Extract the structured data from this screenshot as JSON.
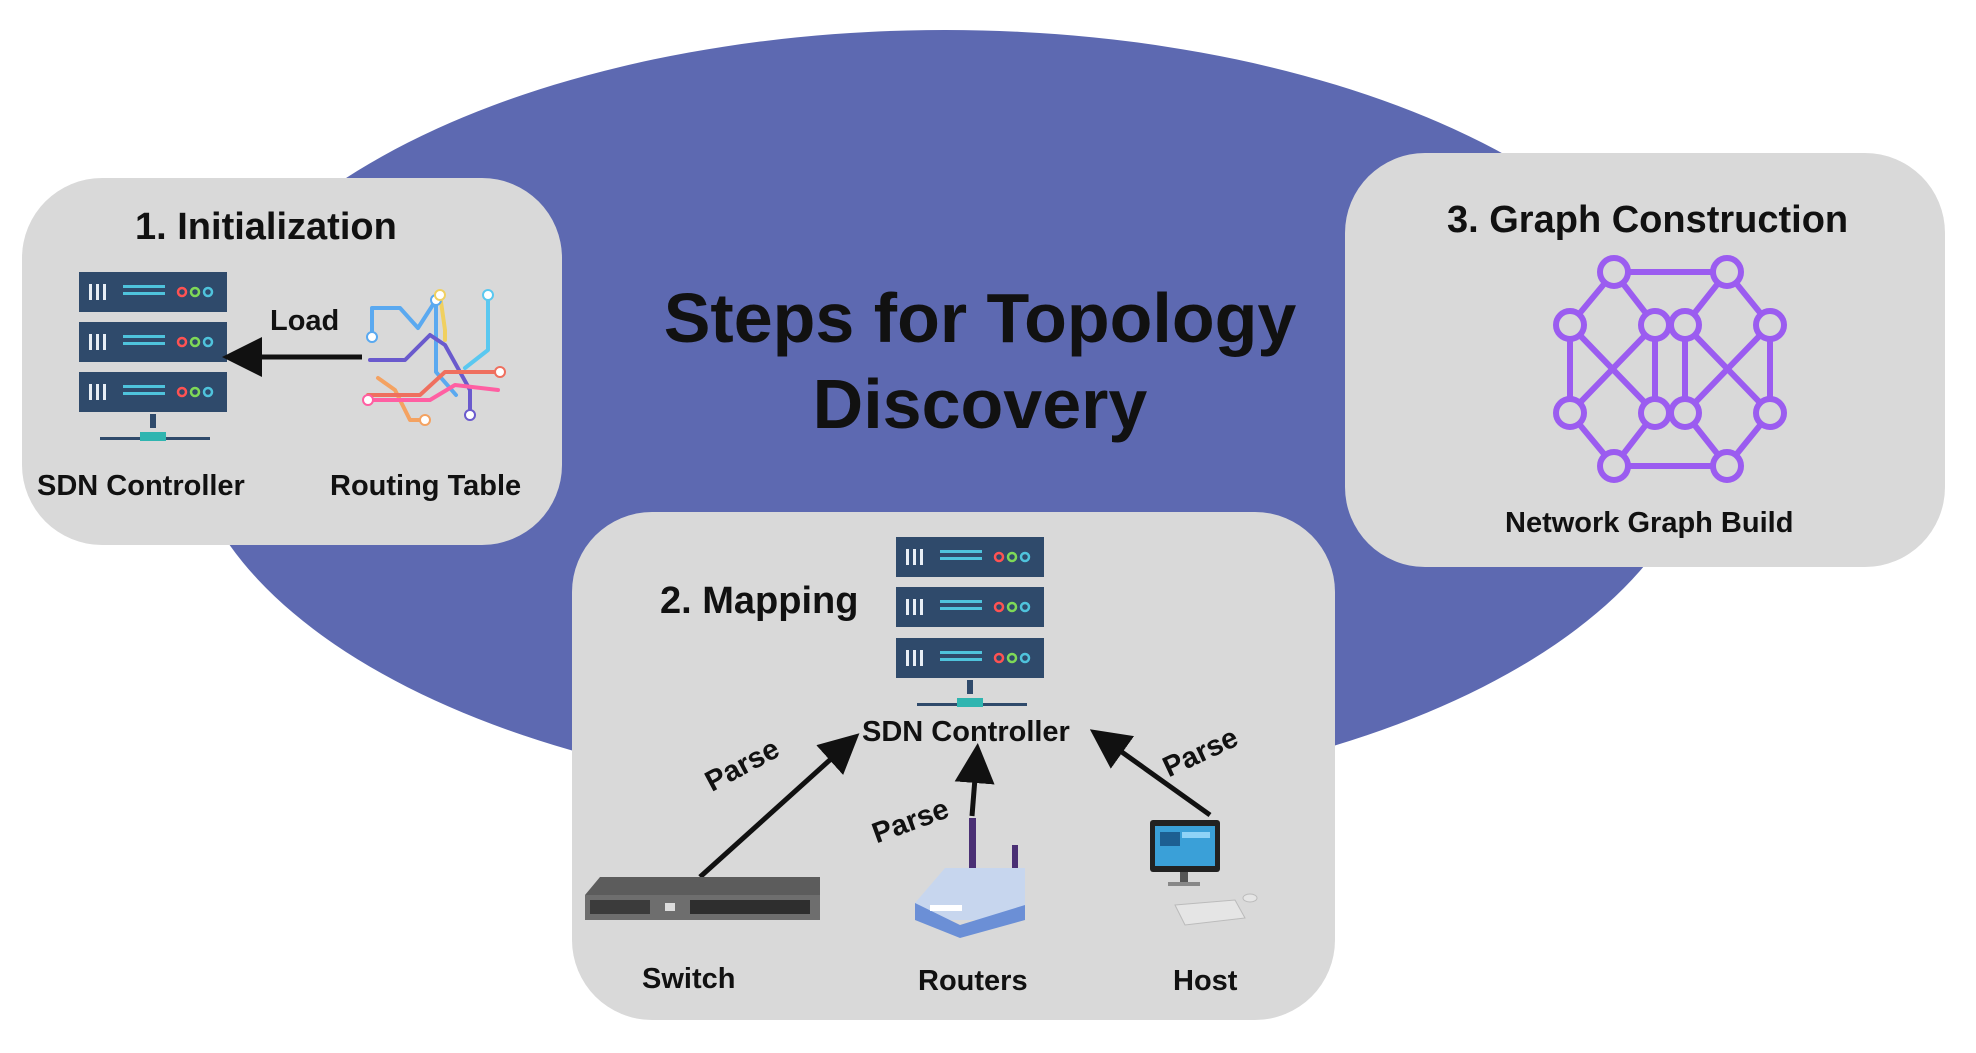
{
  "title": {
    "line1": "Steps for Topology",
    "line2": "Discovery"
  },
  "step1": {
    "heading": "1. Initialization",
    "controller_label": "SDN Controller",
    "table_label": "Routing Table",
    "edge_label": "Load",
    "controller_icon": "server-rack-icon",
    "table_icon": "transit-map-icon"
  },
  "step2": {
    "heading": "2. Mapping",
    "controller_label": "SDN Controller",
    "switch_label": "Switch",
    "routers_label": "Routers",
    "host_label": "Host",
    "edge_switch": "Parse",
    "edge_routers": "Parse",
    "edge_host": "Parse",
    "icons": [
      "server-rack-icon",
      "network-switch-icon",
      "wifi-router-icon",
      "desktop-computer-icon"
    ]
  },
  "step3": {
    "heading": "3. Graph Construction",
    "caption": "Network Graph Build",
    "icon": "network-graph-icon"
  },
  "colors": {
    "ellipse": "#5d69b1",
    "box": "#d9d9d9",
    "server": "#2f4a6b",
    "graph": "#9b5cf0",
    "text": "#111111"
  }
}
